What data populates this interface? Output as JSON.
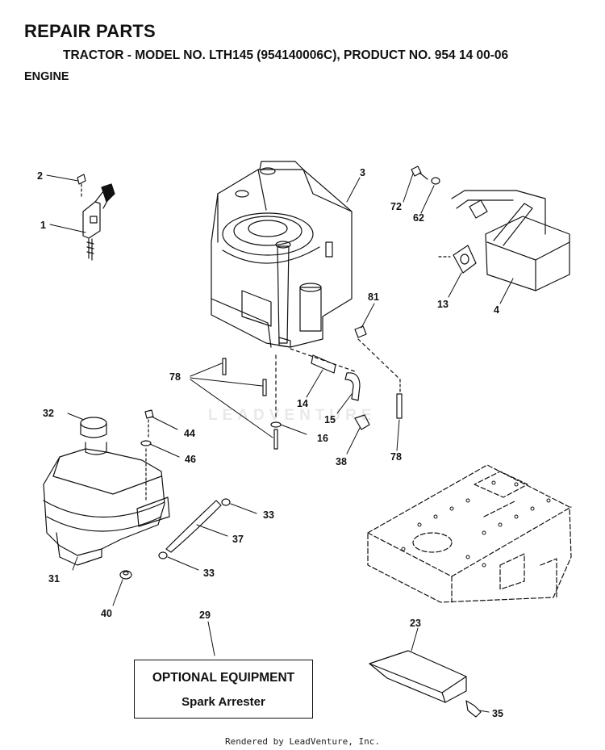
{
  "header": {
    "title": "REPAIR PARTS",
    "subtitle": "TRACTOR - MODEL NO. LTH145 (954140006C), PRODUCT NO. 954 14 00-06",
    "section": "ENGINE"
  },
  "callouts": [
    "1",
    "2",
    "3",
    "4",
    "13",
    "14",
    "15",
    "16",
    "23",
    "29",
    "31",
    "32",
    "33",
    "33",
    "35",
    "37",
    "38",
    "40",
    "44",
    "46",
    "62",
    "72",
    "78",
    "78",
    "81"
  ],
  "optional_equipment": {
    "heading": "OPTIONAL EQUIPMENT",
    "item": "Spark Arrester"
  },
  "watermark": "LEADVENTURE",
  "footer": "Rendered by LeadVenture, Inc."
}
